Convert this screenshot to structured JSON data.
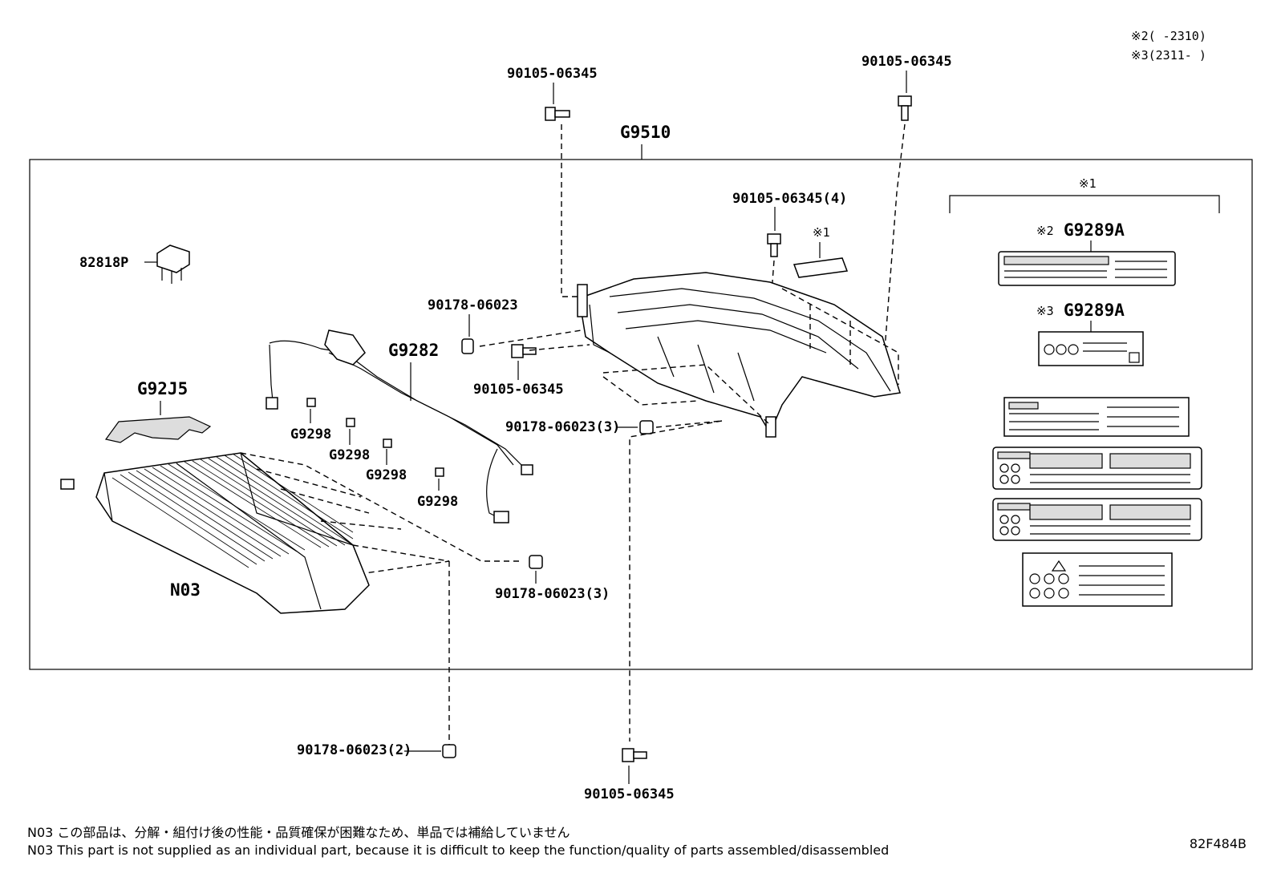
{
  "diagram": {
    "legend": {
      "note2": "※2(     -2310)",
      "note3": "※3(2311-     )"
    },
    "assembly_label": "G9510",
    "labels": {
      "bolt_top_left": "90105-06345",
      "bolt_top_right": "90105-06345",
      "bolt_cover_4": "90105-06345(4)",
      "star1_cover": "※1",
      "star1_bracket": "※1",
      "clip_82818P": "82818P",
      "nut_upper": "90178-06023",
      "harness": "G9282",
      "bolt_mid": "90105-06345",
      "nut_mid_3": "90178-06023(3)",
      "cover_G92J5": "G92J5",
      "clip_1": "G9298",
      "clip_2": "G9298",
      "clip_3": "G9298",
      "clip_4": "G9298",
      "battery_stack": "N03",
      "nut_lower_3": "90178-06023(3)",
      "nut_bottom_2": "90178-06023(2)",
      "bolt_bottom": "90105-06345",
      "label_A_prefix": "※2",
      "label_A": "G9289A",
      "label_B_prefix": "※3",
      "label_B": "G9289A"
    }
  },
  "notes": {
    "jp": "N03 この部品は、分解・組付け後の性能・品質確保が困難なため、単品では補給していません",
    "en": "N03 This part is not supplied as an individual part, because it is difficult to keep the function/quality of parts assembled/disassembled"
  },
  "figure_code": "82F484B"
}
